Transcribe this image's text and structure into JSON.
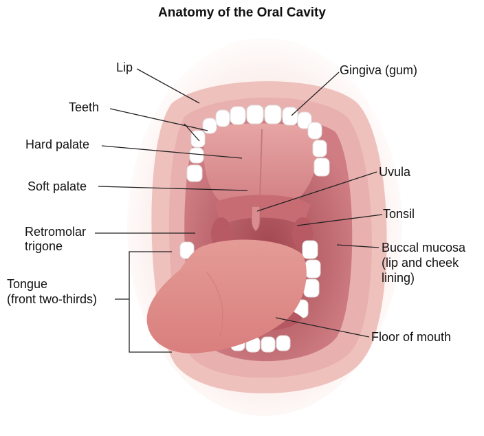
{
  "title": "Anatomy of the Oral Cavity",
  "labels": {
    "lip": "Lip",
    "teeth": "Teeth",
    "hard_palate": "Hard palate",
    "soft_palate": "Soft palate",
    "retromolar_1": "Retromolar",
    "retromolar_2": "trigone",
    "tongue_1": "Tongue",
    "tongue_2": "(front two-thirds)",
    "gingiva": "Gingiva (gum)",
    "uvula": "Uvula",
    "tonsil": "Tonsil",
    "buccal_1": "Buccal mucosa",
    "buccal_2": "(lip and cheek",
    "buccal_3": "lining)",
    "floor": "Floor of mouth"
  },
  "colors": {
    "lip": "#f2c9c4",
    "face": "#fbeeeb",
    "cavity": "#c9727a",
    "palate": "#dc8f91",
    "tongue": "#e7a19a",
    "teeth": "#ffffff",
    "leader": "#222222"
  }
}
